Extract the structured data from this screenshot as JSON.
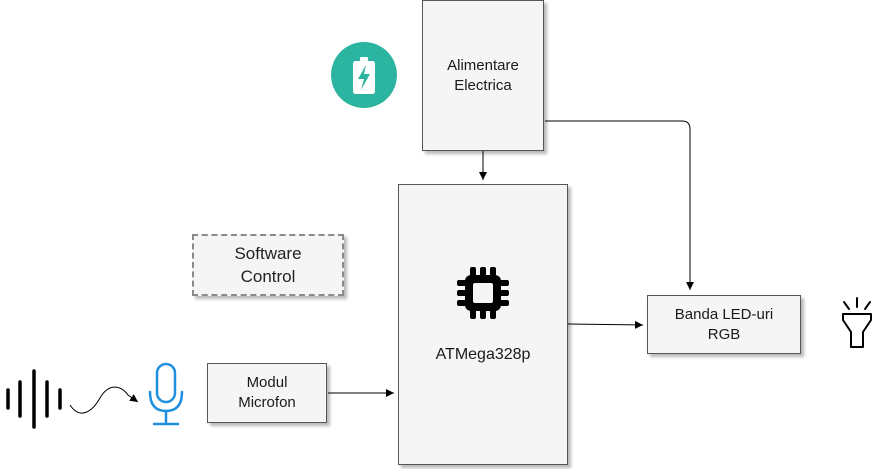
{
  "nodes": {
    "power": {
      "label": "Alimentare\nElectrica"
    },
    "mcu": {
      "label": "ATMega328p"
    },
    "software": {
      "label": "Software\nControl"
    },
    "mic_module": {
      "label": "Modul\nMicrofon"
    },
    "led_strip": {
      "label": "Banda LED-uri\nRGB"
    }
  },
  "edges": [
    {
      "from": "power",
      "to": "mcu"
    },
    {
      "from": "power",
      "to": "led_strip"
    },
    {
      "from": "mcu",
      "to": "led_strip"
    },
    {
      "from": "mic_module",
      "to": "mcu"
    },
    {
      "from": "sound",
      "to": "microphone"
    }
  ],
  "icons": {
    "battery": "battery-charging-icon",
    "chip": "microchip-icon",
    "sound": "sound-wave-icon",
    "microphone": "microphone-icon",
    "lamp": "flashlight-icon"
  },
  "colors": {
    "battery_circle": "#2bb5a0",
    "microphone": "#1f8fe0",
    "box_fill": "#f5f5f5",
    "box_border": "#555555",
    "edge": "#000000"
  }
}
